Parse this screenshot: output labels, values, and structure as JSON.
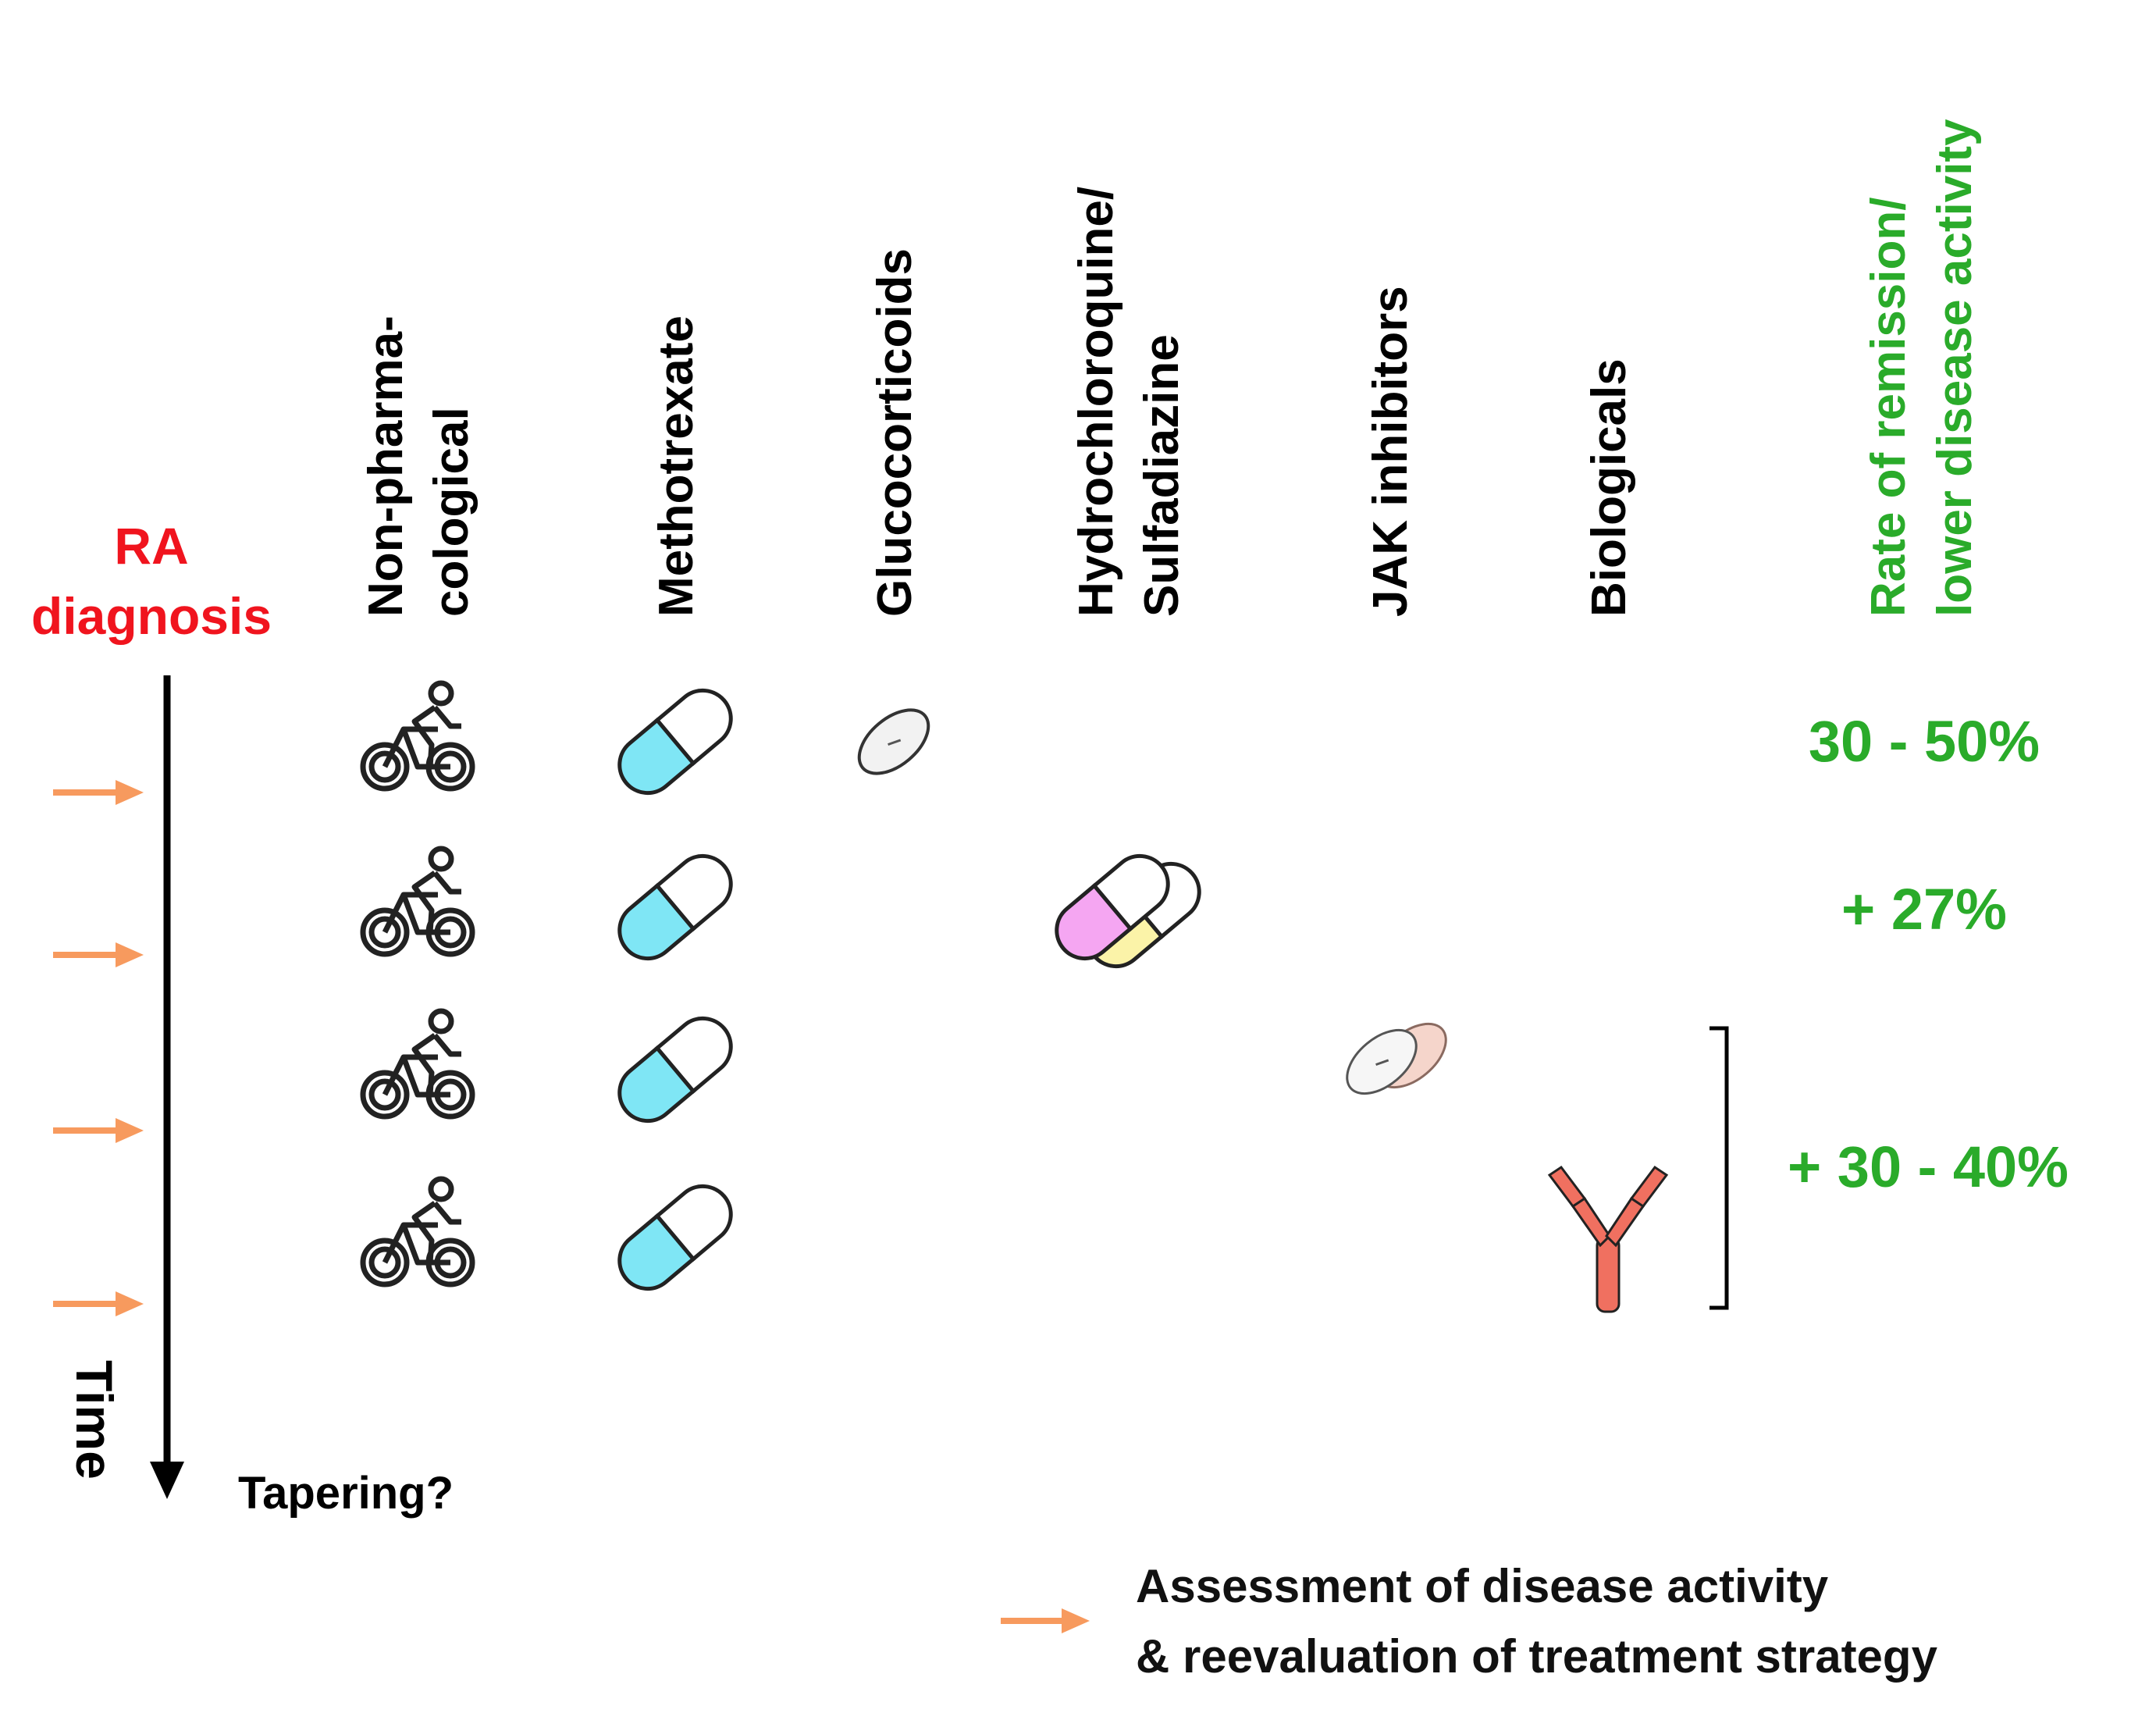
{
  "diagnosis": {
    "line1": "RA",
    "line2": "diagnosis",
    "color": "#f0141e"
  },
  "columns": [
    {
      "id": "nonpharm",
      "lines": [
        "Non-pharma-",
        "cological"
      ]
    },
    {
      "id": "methotrexate",
      "lines": [
        "Methotrexate"
      ]
    },
    {
      "id": "glucocorticoids",
      "lines": [
        "Glucocorticoids"
      ]
    },
    {
      "id": "hcq-ssz",
      "lines": [
        "Hydrochloroquine/",
        "Sulfadiazine"
      ]
    },
    {
      "id": "jak",
      "lines": [
        "JAK inhibitors"
      ]
    },
    {
      "id": "biologicals",
      "lines": [
        "Biologicals"
      ]
    }
  ],
  "rate_header": {
    "lines": [
      "Rate of remission/",
      "lower disease activity"
    ]
  },
  "rows": [
    {
      "treatments": [
        "nonpharm",
        "methotrexate",
        "glucocorticoids"
      ],
      "rate": "30 - 50%"
    },
    {
      "treatments": [
        "nonpharm",
        "methotrexate",
        "hcq-ssz"
      ],
      "rate": "+ 27%"
    },
    {
      "treatments": [
        "nonpharm",
        "methotrexate",
        "jak"
      ],
      "rate": ""
    },
    {
      "treatments": [
        "nonpharm",
        "methotrexate",
        "biologicals"
      ],
      "rate": ""
    }
  ],
  "bracket_rate": "+ 30 - 40%",
  "timeline": {
    "label": "Time",
    "end_label": "Tapering?"
  },
  "legend": {
    "line1": "Assessment of disease activity",
    "line2": "& reevaluation of treatment strategy"
  },
  "colors": {
    "green": "#2aab2a",
    "orange_arrow": "#f79a5e",
    "mtx_fill": "#7fe6f5",
    "hcq_fill": "#f5a6f2",
    "ssz_fill": "#fbf3a8",
    "jak_fill": "#f5d5cb",
    "antibody": "#f07060"
  },
  "icons": {
    "nonpharm": "cyclist-icon",
    "methotrexate": "capsule-icon",
    "glucocorticoids": "tablet-icon",
    "hcq-ssz": "double-capsule-icon",
    "jak": "double-tablet-icon",
    "biologicals": "antibody-icon",
    "assessment": "orange-arrow-icon"
  }
}
